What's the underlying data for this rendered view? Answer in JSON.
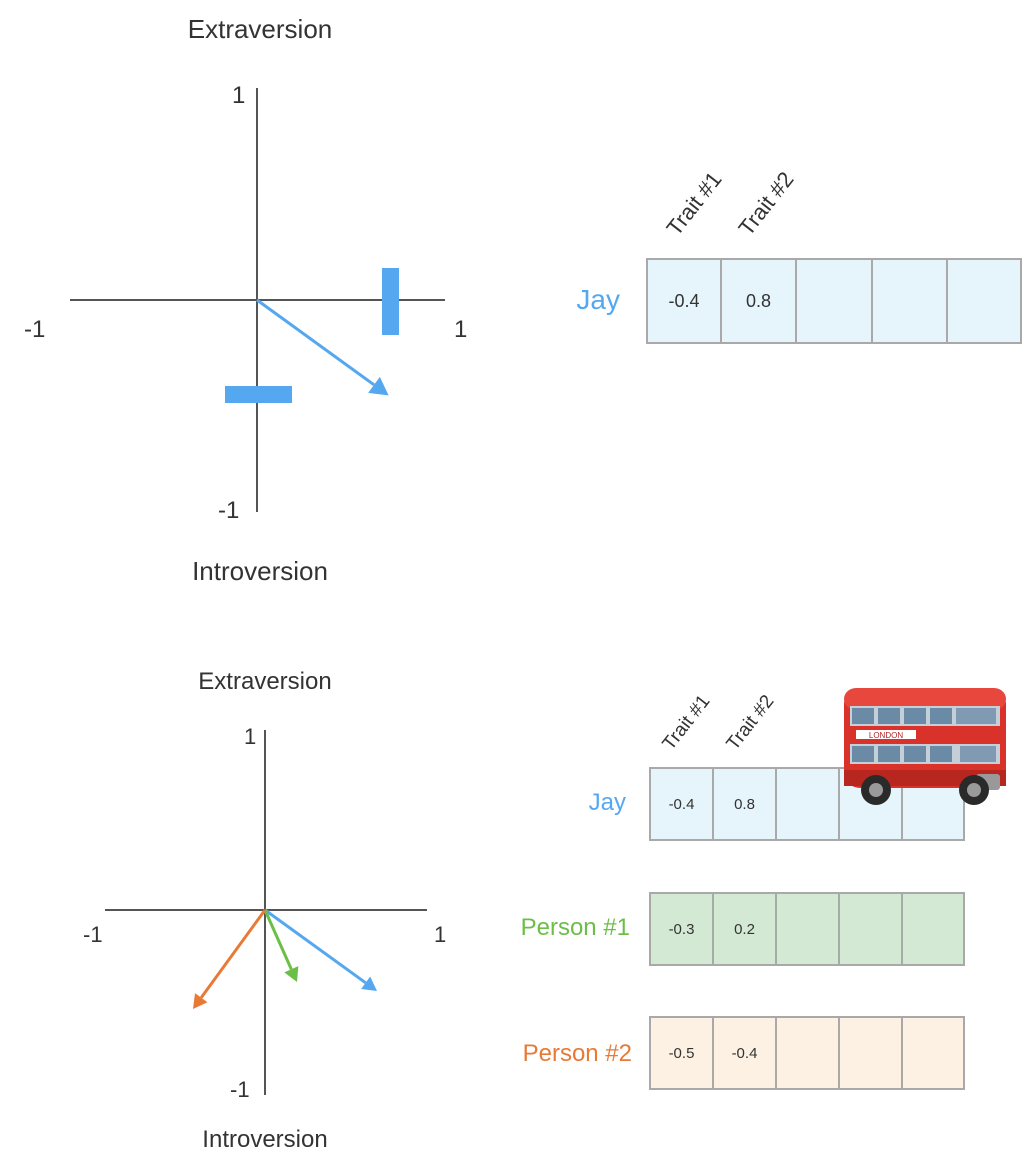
{
  "colors": {
    "jay": "#55a8f0",
    "person1": "#6cbf46",
    "person2": "#e87a35",
    "jay_fill": "#e6f4fb",
    "person1_fill": "#d3e9d3",
    "person2_fill": "#fdf1e3",
    "axis": "#555555",
    "cell_border": "#a9a9a9"
  },
  "top": {
    "axis_top_label": "Extraversion",
    "axis_bottom_label": "Introversion",
    "tick_y_pos": "1",
    "tick_y_neg": "-1",
    "tick_x_neg": "-1",
    "tick_x_pos": "1",
    "headers": [
      "Trait #1",
      "Trait #2"
    ],
    "row_label": "Jay",
    "values": [
      "-0.4",
      "0.8",
      "",
      "",
      ""
    ],
    "vector": [
      0.7,
      -0.45
    ]
  },
  "bottom": {
    "axis_top_label": "Extraversion",
    "axis_bottom_label": "Introversion",
    "tick_y_pos": "1",
    "tick_y_neg": "-1",
    "tick_x_neg": "-1",
    "tick_x_pos": "1",
    "headers": [
      "Trait #1",
      "Trait #2"
    ],
    "rows": [
      {
        "label": "Jay",
        "values": [
          "-0.4",
          "0.8",
          "",
          "",
          ""
        ],
        "color_key": "jay"
      },
      {
        "label": "Person #1",
        "values": [
          "-0.3",
          "0.2",
          "",
          "",
          ""
        ],
        "color_key": "person1"
      },
      {
        "label": "Person #2",
        "values": [
          "-0.5",
          "-0.4",
          "",
          "",
          ""
        ],
        "color_key": "person2"
      }
    ],
    "vectors": [
      {
        "name": "Jay",
        "x": 0.7,
        "y": -0.45,
        "color_key": "jay"
      },
      {
        "name": "Person #1",
        "x": 0.2,
        "y": -0.4,
        "color_key": "person1"
      },
      {
        "name": "Person #2",
        "x": -0.45,
        "y": -0.55,
        "color_key": "person2"
      }
    ],
    "bus_text": "LONDON"
  }
}
